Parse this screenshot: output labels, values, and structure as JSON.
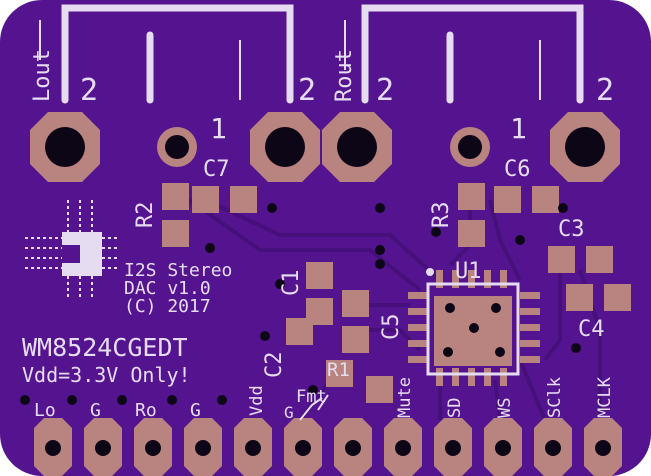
{
  "colors": {
    "board": "#54148f",
    "board_dark": "#3f0e70",
    "trace": "#46107a",
    "silk": "#e6dcf2",
    "copper": "#b9847f",
    "hole": "#0d0617"
  },
  "title_block": {
    "line1": "I2S Stereo",
    "line2": "DAC v1.0",
    "line3": "(C) 2017"
  },
  "part_number": "WM8524CGEDT",
  "voltage_note": "Vdd=3.3V Only!",
  "jacks": {
    "left_label": "Lout",
    "right_label": "Rout",
    "pin_1": "1",
    "pin_2": "2"
  },
  "components": {
    "r1": "R1",
    "r2": "R2",
    "r3": "R3",
    "c1": "C1",
    "c2": "C2",
    "c3": "C3",
    "c4": "C4",
    "c5": "C5",
    "c6": "C6",
    "c7": "C7",
    "u1": "U1"
  },
  "fmt": {
    "label": "Fmt",
    "ground": "G"
  },
  "header_pins": [
    "Lo",
    "G",
    "Ro",
    "G",
    "Vdd",
    "",
    "",
    "Mute",
    "SD",
    "WS",
    "SClk",
    "MCLK"
  ]
}
